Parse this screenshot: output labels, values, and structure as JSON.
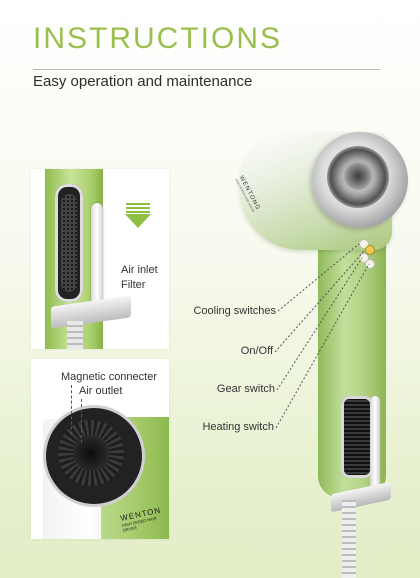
{
  "header": {
    "title": "INSTRUCTIONS",
    "subtitle": "Easy operation and maintenance"
  },
  "panel_filter": {
    "label_line1": "Air inlet",
    "label_line2": "Filter"
  },
  "panel_outlet": {
    "magnetic_label": "Magnetic connecter",
    "outlet_label": "Air outlet",
    "brand": "WENTON",
    "brand_small": "HIGH SPEED HAIR DRYER"
  },
  "dryer": {
    "brand": "WENTONG",
    "brand_small": "HIGH SPEED HAIR DRYER"
  },
  "callouts": {
    "cooling": "Cooling switches",
    "onoff": "On/Off",
    "gear": "Gear switch",
    "heating": "Heating switch"
  },
  "colors": {
    "accent": "#9bbf4e",
    "arrow": "#8cbf44",
    "body_green": "#b3d486"
  }
}
